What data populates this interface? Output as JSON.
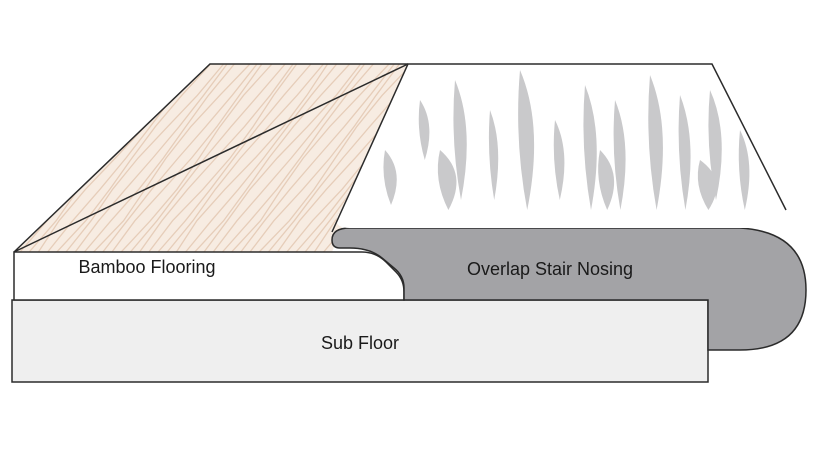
{
  "labels": {
    "bamboo_flooring": "Bamboo Flooring",
    "overlap_stair_nosing": "Overlap Stair Nosing",
    "sub_floor": "Sub Floor"
  },
  "colors": {
    "outline": "#2b2b2b",
    "bamboo_top": "#f7ece2",
    "bamboo_grain": "#e9d3c1",
    "nosing_top": "#ffffff",
    "nosing_grain": "#c9c9cb",
    "nosing_body": "#a3a3a6",
    "sub_floor": "#efefef",
    "bamboo_face": "#ffffff"
  }
}
